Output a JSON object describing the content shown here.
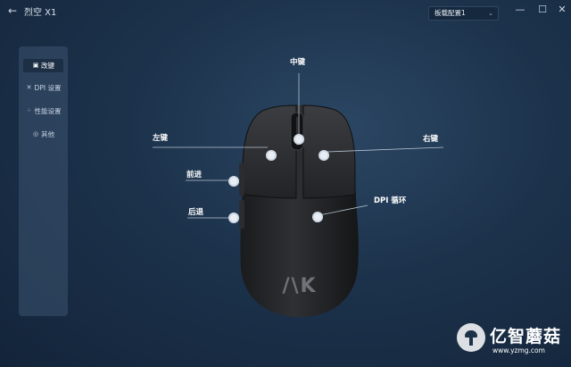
{
  "titlebar": {
    "title": "烈空 X1",
    "config_select": "板载配置1"
  },
  "sidebar": {
    "items": [
      {
        "label": "改键",
        "icon": "keyboard-icon",
        "active": true
      },
      {
        "label": "DPI 设置",
        "icon": "crosshair-icon",
        "active": false
      },
      {
        "label": "性能设置",
        "icon": "nodes-icon",
        "active": false
      },
      {
        "label": "其他",
        "icon": "gear-icon",
        "active": false
      }
    ]
  },
  "buttons": {
    "middle": "中键",
    "left": "左键",
    "right": "右键",
    "forward": "前进",
    "back": "后退",
    "dpi_cycle": "DPI 循环"
  },
  "watermark": {
    "text": "亿智蘑菇",
    "url": "www.yzmg.com"
  }
}
